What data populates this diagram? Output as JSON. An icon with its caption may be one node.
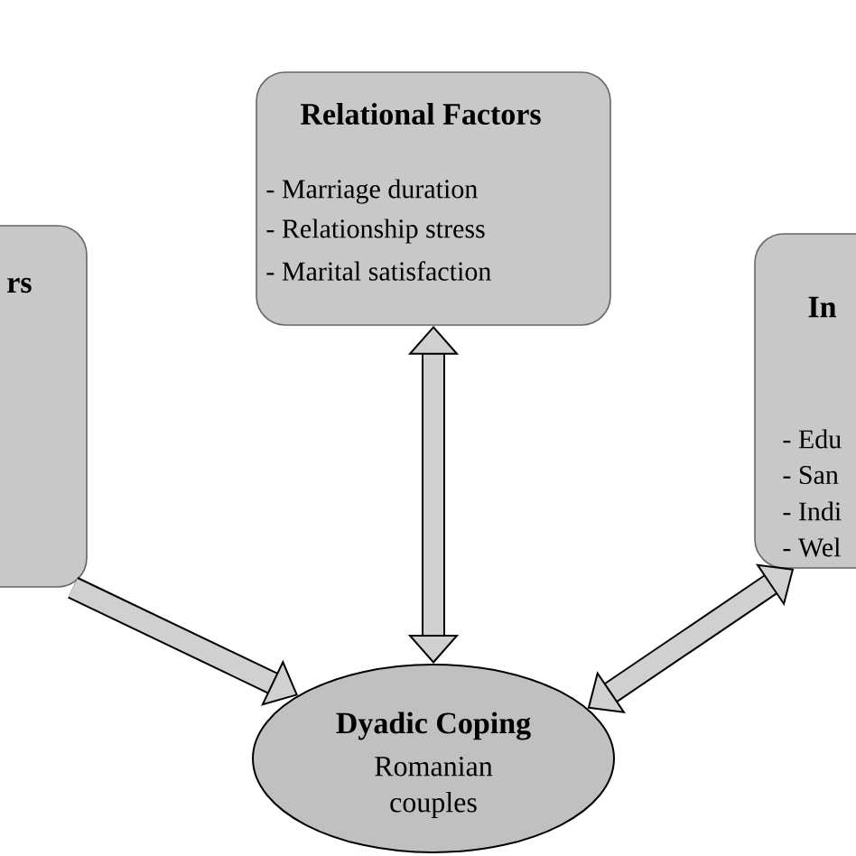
{
  "diagram": {
    "nodes": [
      {
        "text": [
          "Relational Factors",
          "- Marriage duration",
          "- Relationship stress",
          "- Marital satisfaction"
        ]
      },
      {
        "text": [
          "rs"
        ]
      },
      {
        "text": [
          "In",
          "- Edu",
          "- San",
          "- Indi",
          "- Wel"
        ]
      },
      {
        "text": [
          "Dyadic Coping",
          "Romanian couples"
        ]
      }
    ],
    "edges": [
      {
        "from": 1,
        "to": 3,
        "arrow": "to"
      },
      {
        "from": 0,
        "to": 3,
        "arrow": "both"
      },
      {
        "from": 2,
        "to": 3,
        "arrow": "both"
      }
    ]
  }
}
